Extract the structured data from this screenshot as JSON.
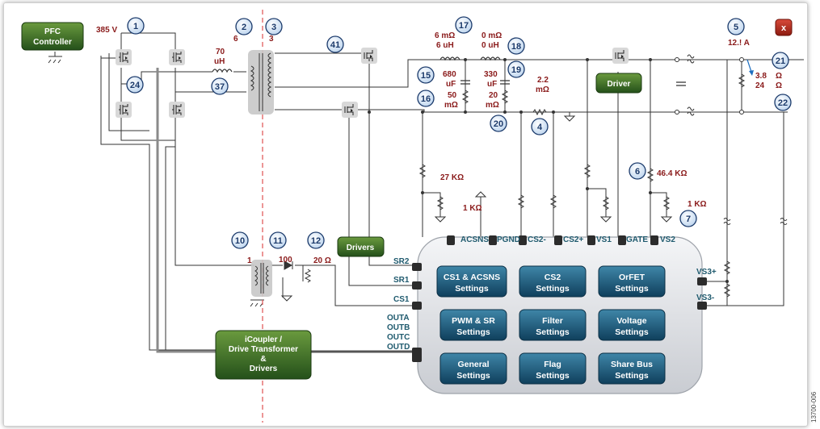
{
  "buttons": {
    "pfc": [
      "PFC",
      "Controller"
    ],
    "driver": "Driver",
    "drivers": "Drivers",
    "icoupler": [
      "iCoupler /",
      "Drive Transformer",
      "&",
      "Drivers"
    ],
    "close": "x"
  },
  "settings": [
    [
      "CS1 & ACSNS",
      "Settings"
    ],
    [
      "CS2",
      "Settings"
    ],
    [
      "OrFET",
      "Settings"
    ],
    [
      "PWM & SR",
      "Settings"
    ],
    [
      "Filter",
      "Settings"
    ],
    [
      "Voltage",
      "Settings"
    ],
    [
      "General",
      "Settings"
    ],
    [
      "Flag",
      "Settings"
    ],
    [
      "Share Bus",
      "Settings"
    ]
  ],
  "pins_top": [
    "ACSNS",
    "PGND",
    "CS2-",
    "CS2+",
    "VS1",
    "GATE",
    "VS2"
  ],
  "pins_left": [
    "SR2",
    "SR1",
    "CS1"
  ],
  "pins_outs": [
    "OUTA",
    "OUTB",
    "OUTC",
    "OUTD"
  ],
  "pins_right": [
    "VS3+",
    "VS3-"
  ],
  "values": {
    "v385": "385 V",
    "ind70": [
      "70",
      "uH"
    ],
    "t2": "6",
    "t3": "3",
    "r6m": "6 mΩ",
    "l6u": "6 uH",
    "r0m": "0 mΩ",
    "l0u": "0 uH",
    "c680": [
      "680",
      "uF"
    ],
    "r50m": [
      "50",
      "mΩ"
    ],
    "c330": [
      "330",
      "uF"
    ],
    "r20m": [
      "20",
      "mΩ"
    ],
    "r22m": [
      "2.2",
      "mΩ"
    ],
    "i12": "12.! A",
    "r38": [
      "3.8",
      "Ω"
    ],
    "r24": [
      "24",
      "Ω"
    ],
    "r27k": "27 KΩ",
    "r1k_a": "1 KΩ",
    "r46k": "46.4 KΩ",
    "r1k_b": "1 KΩ",
    "ratio1": "1",
    "ratio100": "100",
    "r20": "20 Ω"
  },
  "callouts": [
    "1",
    "2",
    "3",
    "41",
    "17",
    "18",
    "5",
    "21",
    "24",
    "37",
    "15",
    "16",
    "19",
    "20",
    "4",
    "22",
    "6",
    "7",
    "10",
    "11",
    "12"
  ],
  "side_code": "13700-006"
}
